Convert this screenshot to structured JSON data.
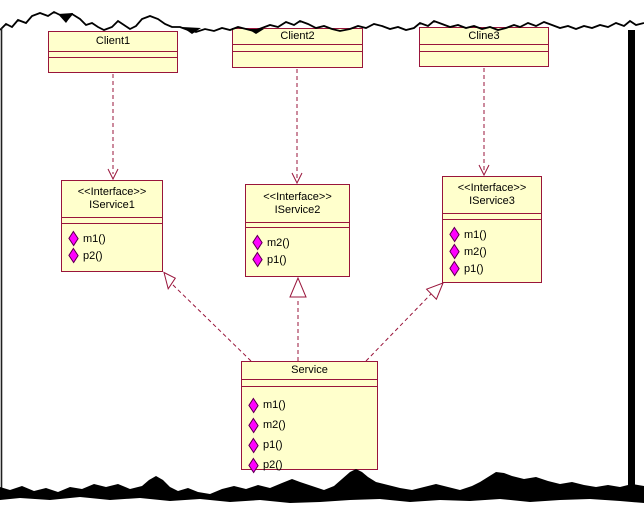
{
  "colors": {
    "node_fill": "#FFFFCC",
    "node_border": "#99153B",
    "arrow_color": "#99153B",
    "icon_fill": "#FF00FF",
    "icon_border": "#550044",
    "tear_color": "#000000"
  },
  "nodes": [
    {
      "id": "client1",
      "name": "Client1",
      "stereotype": "",
      "operations": []
    },
    {
      "id": "client2",
      "name": "Client2",
      "stereotype": "",
      "operations": []
    },
    {
      "id": "cline3",
      "name": "Cline3",
      "stereotype": "",
      "operations": []
    },
    {
      "id": "iservice1",
      "name": "IService1",
      "stereotype": "<<Interface>>",
      "operations": [
        "m1()",
        "p2()"
      ]
    },
    {
      "id": "iservice2",
      "name": "IService2",
      "stereotype": "<<Interface>>",
      "operations": [
        "m2()",
        "p1()"
      ]
    },
    {
      "id": "iservice3",
      "name": "IService3",
      "stereotype": "<<Interface>>",
      "operations": [
        "m1()",
        "m2()",
        "p1()"
      ]
    },
    {
      "id": "service",
      "name": "Service",
      "stereotype": "",
      "operations": [
        "m1()",
        "m2()",
        "p1()",
        "p2()"
      ]
    }
  ],
  "relations": [
    {
      "type": "dependency",
      "from": "Client1",
      "to": "IService1"
    },
    {
      "type": "dependency",
      "from": "Client2",
      "to": "IService2"
    },
    {
      "type": "dependency",
      "from": "Cline3",
      "to": "IService3"
    },
    {
      "type": "realization",
      "from": "Service",
      "to": "IService1"
    },
    {
      "type": "realization",
      "from": "Service",
      "to": "IService2"
    },
    {
      "type": "realization",
      "from": "Service",
      "to": "IService3"
    }
  ]
}
